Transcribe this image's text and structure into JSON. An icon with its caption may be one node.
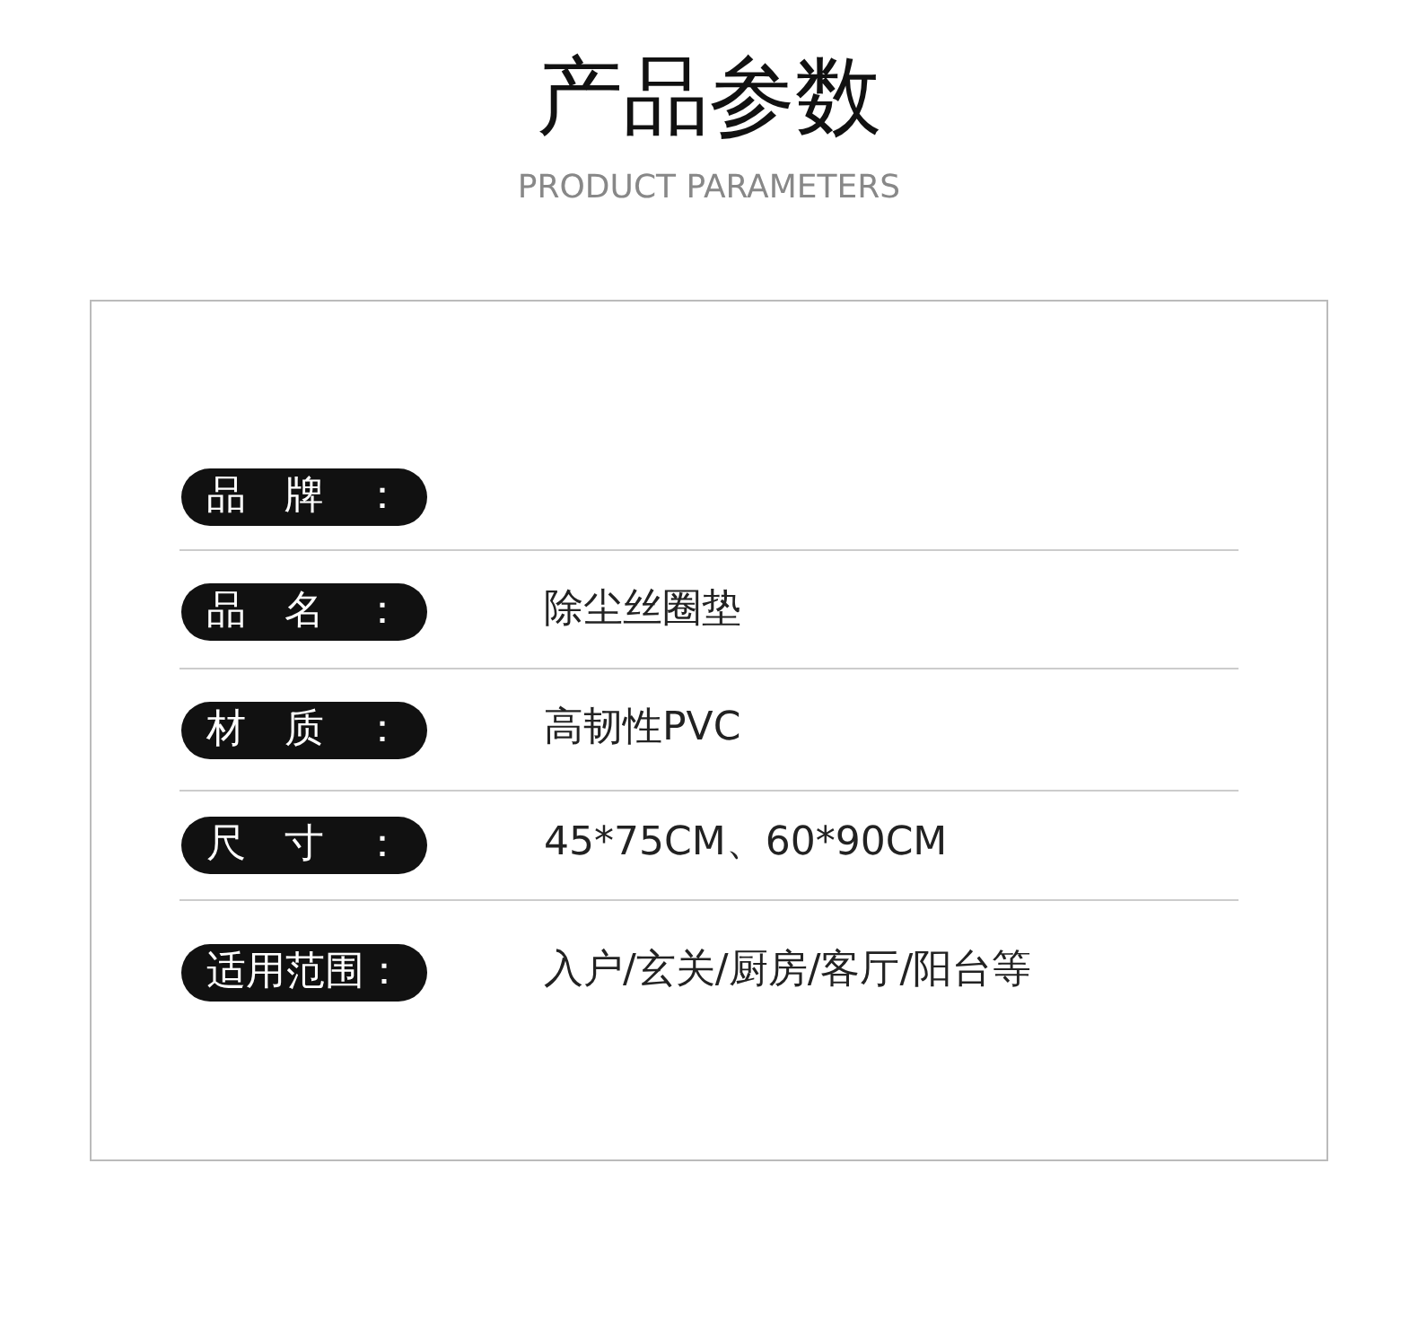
{
  "diagram": {
    "title": "产品参数",
    "nodes": [
      {
        "text": [],
        "shape": "box"
      },
      {
        "text": [
          "品牌："
        ],
        "in": 0
      },
      {
        "text": [
          "品名："
        ],
        "in": 0
      },
      {
        "text": [
          "材质："
        ],
        "in": 0
      },
      {
        "text": [
          "尺寸："
        ],
        "in": 0
      },
      {
        "text": [
          "适用范围："
        ],
        "in": 0
      }
    ],
    "labels": [
      "PRODUCT PARAMETERS",
      "除尘丝圈垫",
      "高韧性PVC",
      "45*75CM、60*90CM",
      "入户/玄关/厨房/客厅/阳台等"
    ]
  }
}
